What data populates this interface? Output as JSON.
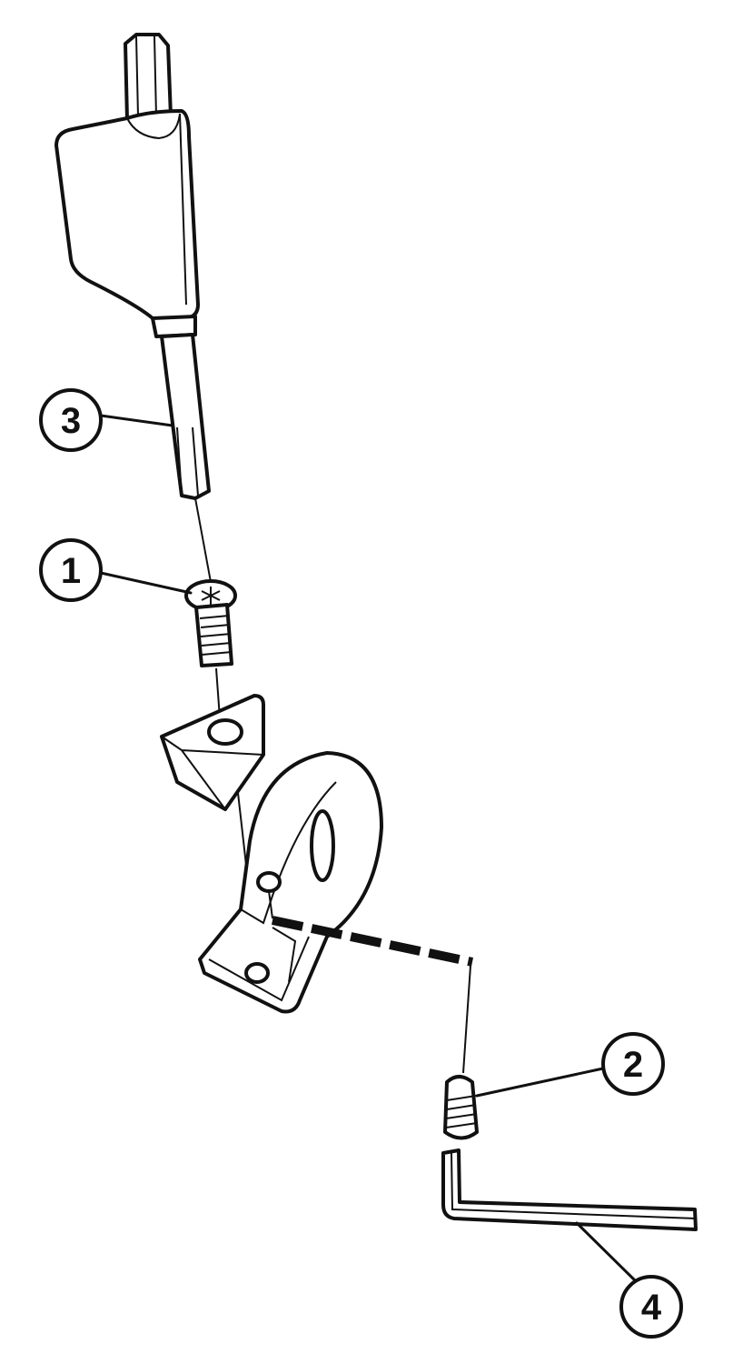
{
  "diagram": {
    "callouts": [
      {
        "id": "1",
        "label": "1"
      },
      {
        "id": "2",
        "label": "2"
      },
      {
        "id": "3",
        "label": "3"
      },
      {
        "id": "4",
        "label": "4"
      }
    ],
    "colors": {
      "line": "#111111",
      "background": "#ffffff"
    }
  }
}
